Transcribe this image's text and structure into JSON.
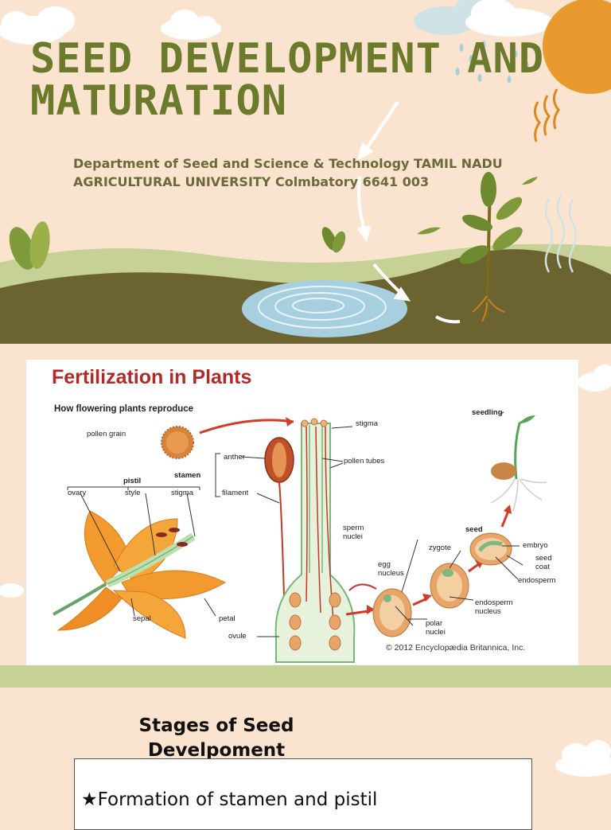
{
  "slide": {
    "title": "SEED DEVELOPMENT AND MATURATION",
    "subtitle": "Department of Seed and Science  & Technology  TAMIL NADU AGRICULTURAL UNIVERSITY  Colmbatory 6641 003"
  },
  "figure": {
    "title": "Fertilization in Plants",
    "subtitle": "How flowering plants reproduce",
    "labels": {
      "pollen_grain": "pollen grain",
      "stigma_top": "stigma",
      "pollen_tubes": "pollen tubes",
      "seedling": "seedling",
      "anther": "anther",
      "stamen": "stamen",
      "filament": "filament",
      "pistil": "pistil",
      "ovary": "ovary",
      "style": "style",
      "stigma": "stigma",
      "sperm_nuclei": "sperm nuclei",
      "zygote": "zygote",
      "seed": "seed",
      "embryo": "embryo",
      "seed_coat": "seed coat",
      "egg_nucleus": "egg nucleus",
      "endosperm": "endosperm",
      "endosperm_nucleus": "endosperm nucleus",
      "polar_nuclei": "polar nuclei",
      "sepal": "sepal",
      "petal": "petal",
      "ovule": "ovule"
    },
    "credit": "© 2012 Encyclopædia Britannica, Inc."
  },
  "stages": {
    "heading": "Stages of Seed Develpoment",
    "items": [
      "★Formation of stamen and pistil"
    ]
  },
  "colors": {
    "background": "#fbe4cf",
    "title": "#6c7a2c",
    "ground_dark": "#6b6431",
    "ground_light": "#c5d195",
    "sun": "#e89a2f",
    "figure_title": "#b02a2a"
  }
}
